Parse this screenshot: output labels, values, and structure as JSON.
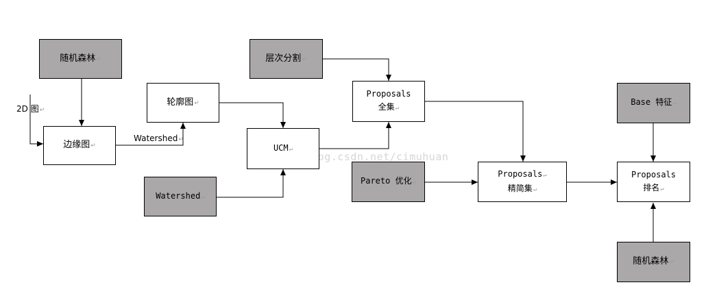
{
  "nodes": {
    "rf_top": "随机森林",
    "edge_map": "边缘图",
    "contour_map": "轮廓图",
    "watershed_input": "Watershed",
    "ucm": "UCM",
    "hier_seg": "层次分割",
    "proposals_full_1": "Proposals",
    "proposals_full_2": "全集",
    "pareto": "Pareto 优化",
    "proposals_refined_1": "Proposals",
    "proposals_refined_2": "精简集",
    "base_features": "Base 特征",
    "proposals_rank_1": "Proposals",
    "proposals_rank_2": "排名",
    "rf_bottom": "随机森林"
  },
  "labels": {
    "input_2d": "2D 图",
    "watershed_edge": "Watershed"
  },
  "watermark": "http://blog.csdn.net/cimuhuan"
}
